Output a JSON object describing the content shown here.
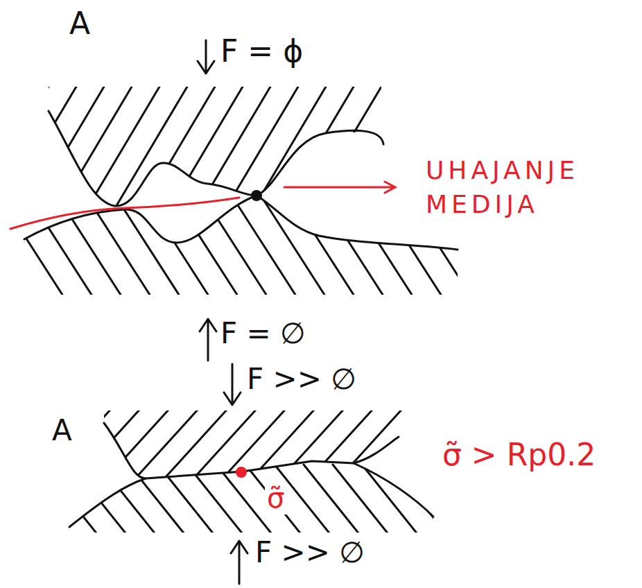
{
  "diagram": {
    "labels": [
      "A",
      "F = ϕ",
      "UHAJANJE MEDIJA",
      "F = ∅",
      "F >> ∅",
      "A",
      "σ̃",
      "σ̃ > Rp0.2",
      "F >> ∅"
    ]
  }
}
